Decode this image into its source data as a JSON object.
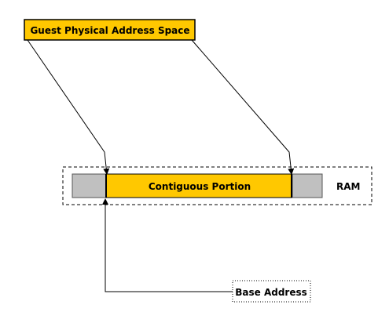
{
  "diagram": {
    "guest_space_label": "Guest Physical Address Space",
    "contiguous_label": "Contiguous Portion",
    "ram_label": "RAM",
    "base_address_label": "Base Address"
  },
  "colors": {
    "highlight": "#FFC800",
    "unused_segment": "#C0C0C0",
    "line": "#000000",
    "background": "#FFFFFF"
  }
}
